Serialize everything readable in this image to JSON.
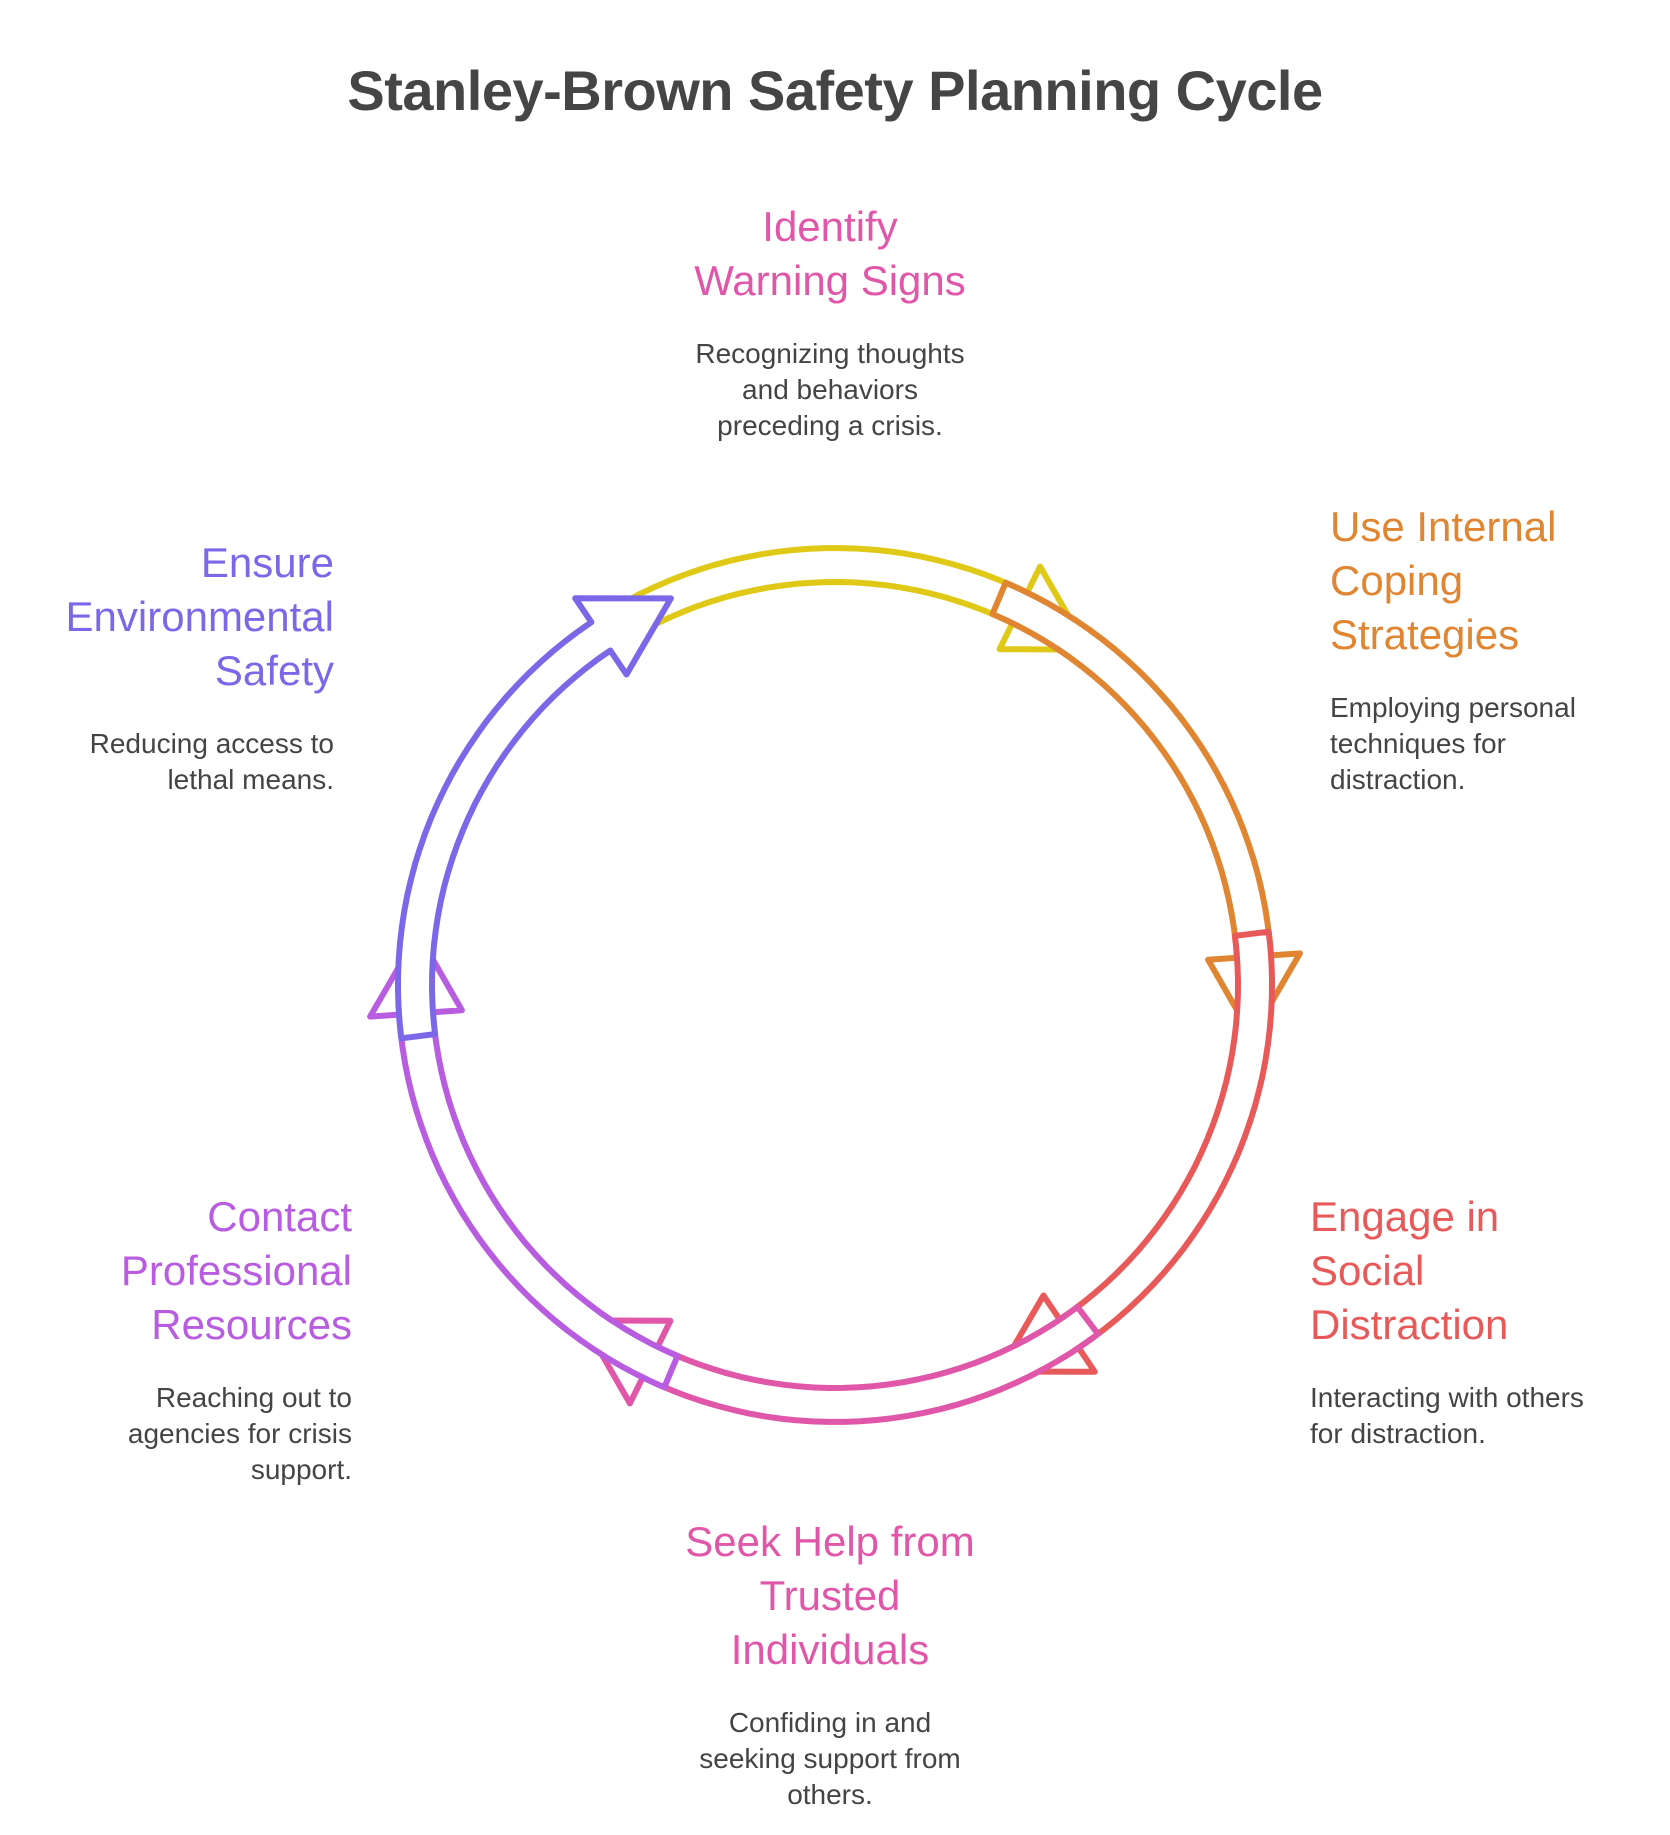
{
  "title": "Stanley-Brown Safety Planning Cycle",
  "steps": [
    {
      "id": "identify-warning-signs",
      "heading_lines": [
        "Identify",
        "Warning Signs"
      ],
      "description_lines": [
        "Recognizing thoughts",
        "and behaviors",
        "preceding a crisis."
      ],
      "color": "#E056A8"
    },
    {
      "id": "use-internal-coping-strategies",
      "heading_lines": [
        "Use Internal",
        "Coping",
        "Strategies"
      ],
      "description_lines": [
        "Employing personal",
        "techniques for",
        "distraction."
      ],
      "color": "#E08632"
    },
    {
      "id": "engage-in-social-distraction",
      "heading_lines": [
        "Engage in",
        "Social",
        "Distraction"
      ],
      "description_lines": [
        "Interacting with others",
        "for distraction."
      ],
      "color": "#E85A5A"
    },
    {
      "id": "seek-help-from-trusted-individuals",
      "heading_lines": [
        "Seek Help from",
        "Trusted",
        "Individuals"
      ],
      "description_lines": [
        "Confiding in and",
        "seeking support from",
        "others."
      ],
      "color": "#E056A8"
    },
    {
      "id": "contact-professional-resources",
      "heading_lines": [
        "Contact",
        "Professional",
        "Resources"
      ],
      "description_lines": [
        "Reaching out to",
        "agencies for crisis",
        "support."
      ],
      "color": "#B85CE0"
    },
    {
      "id": "ensure-environmental-safety",
      "heading_lines": [
        "Ensure",
        "Environmental",
        "Safety"
      ],
      "description_lines": [
        "Reducing access to",
        "lethal means."
      ],
      "color": "#7B68E8"
    }
  ],
  "arrows": [
    {
      "from": "identify-warning-signs",
      "to": "use-internal-coping-strategies",
      "color": "#E0C916"
    },
    {
      "from": "use-internal-coping-strategies",
      "to": "engage-in-social-distraction",
      "color": "#E08632"
    },
    {
      "from": "engage-in-social-distraction",
      "to": "seek-help-from-trusted-individuals",
      "color": "#E85A5A"
    },
    {
      "from": "seek-help-from-trusted-individuals",
      "to": "contact-professional-resources",
      "color": "#E056A8"
    },
    {
      "from": "contact-professional-resources",
      "to": "ensure-environmental-safety",
      "color": "#B85CE0"
    },
    {
      "from": "ensure-environmental-safety",
      "to": "identify-warning-signs",
      "color": "#7B68E8"
    }
  ]
}
